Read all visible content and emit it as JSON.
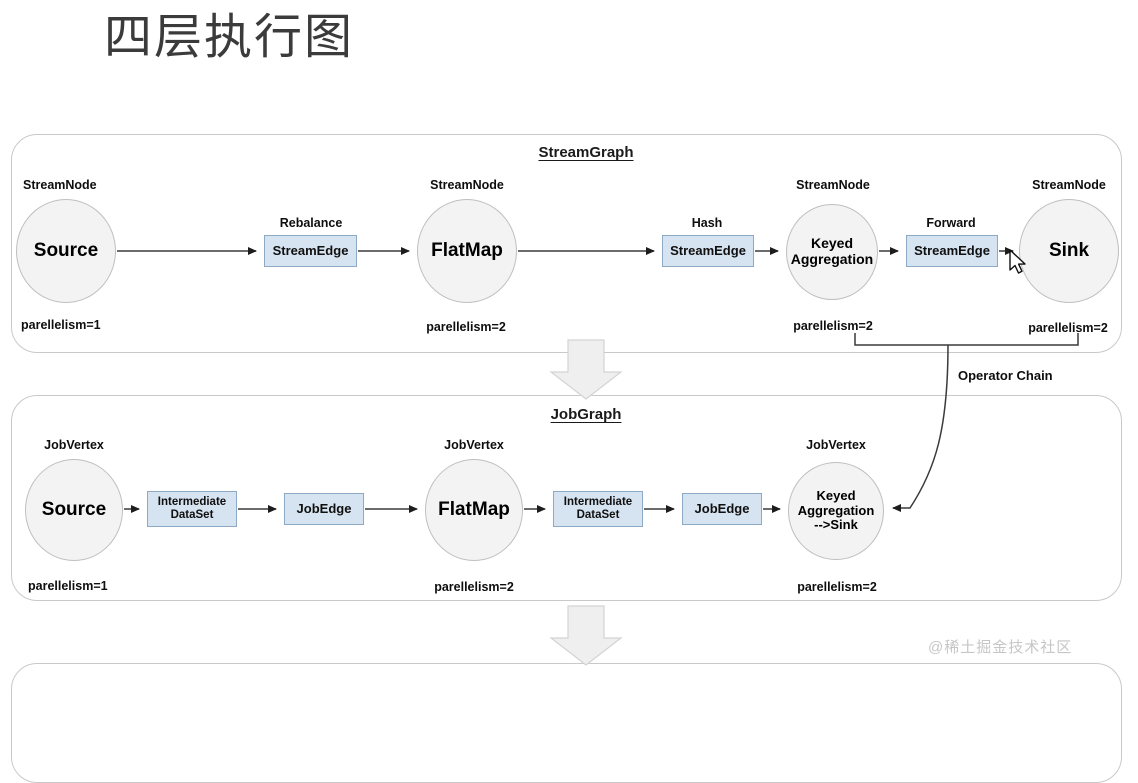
{
  "page": {
    "title": "四层执行图",
    "watermark": "@稀土掘金技术社区",
    "background_color": "#ffffff",
    "accent_edge_fill": "#d6e3f0",
    "accent_edge_border": "#8ea9c4",
    "node_fill": "#f3f3f3",
    "node_border": "#bfbfbf",
    "container_border": "#c9c9c9"
  },
  "layers": [
    {
      "id": "streamgraph",
      "title": "StreamGraph",
      "node_type_label": "StreamNode",
      "edge_type_label": "StreamEdge",
      "nodes": [
        {
          "label": "Source",
          "type_label": "StreamNode",
          "parallelism": "parellelism=1"
        },
        {
          "label": "FlatMap",
          "type_label": "StreamNode",
          "parallelism": "parellelism=2"
        },
        {
          "label": "Keyed\nAggregation",
          "type_label": "StreamNode",
          "parallelism": "parellelism=2"
        },
        {
          "label": "Sink",
          "type_label": "StreamNode",
          "parallelism": "parellelism=2"
        }
      ],
      "edges": [
        {
          "label": "StreamEdge",
          "strategy": "Rebalance"
        },
        {
          "label": "StreamEdge",
          "strategy": "Hash"
        },
        {
          "label": "StreamEdge",
          "strategy": "Forward"
        }
      ]
    },
    {
      "id": "jobgraph",
      "title": "JobGraph",
      "node_type_label": "JobVertex",
      "nodes": [
        {
          "label": "Source",
          "type_label": "JobVertex",
          "parallelism": "parellelism=1"
        },
        {
          "label": "FlatMap",
          "type_label": "JobVertex",
          "parallelism": "parellelism=2"
        },
        {
          "label": "Keyed\nAggregation\n-->Sink",
          "type_label": "JobVertex",
          "parallelism": "parellelism=2"
        }
      ],
      "edges": [
        {
          "label": "Intermediate\nDataSet"
        },
        {
          "label": "JobEdge"
        },
        {
          "label": "Intermediate\nDataSet"
        },
        {
          "label": "JobEdge"
        }
      ]
    }
  ],
  "annotations": {
    "operator_chain": "Operator Chain"
  }
}
